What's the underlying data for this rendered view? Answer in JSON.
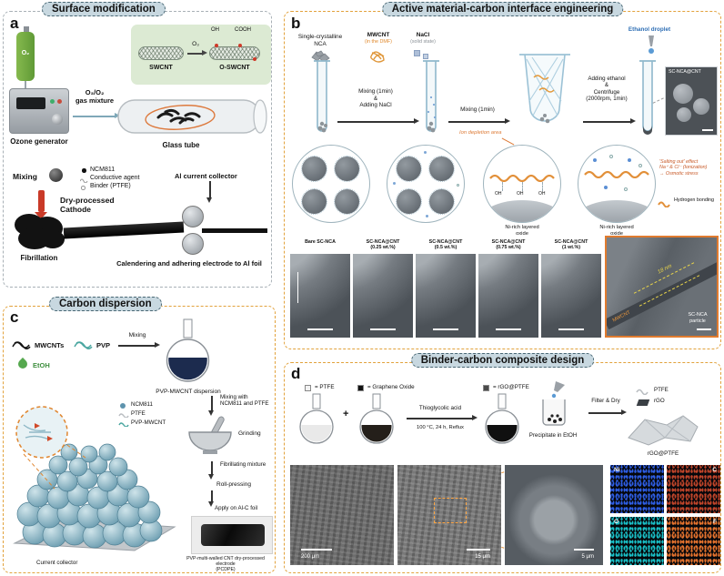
{
  "panel_a": {
    "letter": "a",
    "title": "Surface modification",
    "o2": "O₂",
    "ozone_generator": "Ozone generator",
    "gas_mixture": "O₃/O₂\ngas mixture",
    "glass_tube": "Glass tube",
    "swcnt": "SWCNT",
    "o3": "O₃",
    "o_swcnt": "O-SWCNT",
    "oh": "OH",
    "cooh": "COOH",
    "mixing": "Mixing",
    "ncm811": "NCM811",
    "conductive_agent": "Conductive agent",
    "binder": "Binder (PTFE)",
    "dry_processed_cathode": "Dry-processed\nCathode",
    "al_current_collector": "Al current collector",
    "fibrillation": "Fibrillation",
    "calendering": "Calendering and adhering electrode to Al foil"
  },
  "panel_b": {
    "letter": "b",
    "title": "Active material-carbon interface engineering",
    "sc_nca": "Single-crystalline\nNCA",
    "mwcnt": "MWCNT",
    "mwcnt_sub": "(in the DMF)",
    "nacl": "NaCl",
    "nacl_sub": "(solid state)",
    "step1": "Mixing (1min)\n&\nAdding NaCl",
    "step2": "Mixing (1min)",
    "step3": "Adding ethanol\n&\nCentrifuge\n(2000rpm, 1min)",
    "ethanol_droplet": "Ethanol droplet",
    "inset_label": "SC-NCA@CNT",
    "ion_depletion": "Ion depletion area",
    "oh": "OH",
    "ni_rich_oxide": "Ni-rich layered\noxide",
    "salting_out": "'Salting out' effect\nNa⁺ & Cl⁻ (Ionization)\n→ Osmotic stress",
    "hydrogen_bonding": "Hydrogen bonding",
    "sem_labels": [
      "Bare SC-NCA",
      "SC-NCA@CNT\n(0.25 wt.%)",
      "SC-NCA@CNT\n(0.5 wt.%)",
      "SC-NCA@CNT\n(0.75 wt.%)",
      "SC-NCA@CNT\n(1 wt.%)"
    ],
    "zoom_distance": "18 nm",
    "zoom_particle": "SC-NCA\nparticle",
    "zoom_mwcnt": "MWCNT"
  },
  "panel_c": {
    "letter": "c",
    "title": "Carbon dispersion",
    "mwcnts": "MWCNTs",
    "pvp": "PVP",
    "mixing": "Mixing",
    "etoh": "EtOH",
    "dispersion": "PVP-MWCNT dispersion",
    "mixing_with": "Mixing with\nNCM811 and PTFE",
    "grinding": "Grinding",
    "legend_ncm811": "NCM811",
    "legend_ptfe": "PTFE",
    "legend_pvp_mwcnt": "PVP-MWCNT",
    "fibrillating": "Fibrillating mixture",
    "roll_pressing": "Roll-pressing",
    "apply_foil": "Apply on Al-C foil",
    "current_collector": "Current collector",
    "pcdpe": "PVP-multi-walled CNT dry-processed electrode\n(PCDPE)"
  },
  "panel_d": {
    "letter": "d",
    "title": "Binder-carbon composite design",
    "ptfe_eq": "= PTFE",
    "plus": "+",
    "go_eq": "= Graphene Oxide",
    "acid": "Thioglycolic acid",
    "conditions": "100 °C, 24 h, Reflux",
    "rgo_ptfe_eq": "= rGO@PTFE",
    "precipitate": "Precipitate in EtOH",
    "filter_dry": "Filter & Dry",
    "ptfe": "PTFE",
    "rgo": "rGO",
    "rgo_ptfe": "rGO@PTFE",
    "scale_200um": "200 μm",
    "scale_15um": "15 μm",
    "scale_5um": "5 μm",
    "eds_ni": "Ni",
    "eds_c": "C",
    "eds_o": "O",
    "eds_f": "F"
  }
}
